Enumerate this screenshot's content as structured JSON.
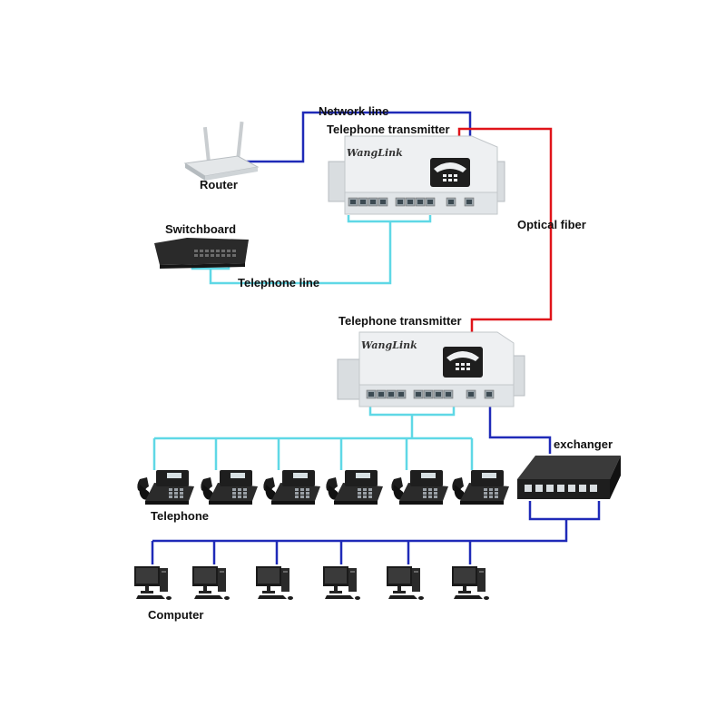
{
  "labels": {
    "network_line": "Network line",
    "transmitter_top": "Telephone transmitter",
    "router": "Router",
    "switchboard": "Switchboard",
    "telephone_line": "Telephone line",
    "optical_fiber": "Optical fiber",
    "transmitter_bottom": "Telephone transmitter",
    "exchanger": "exchanger",
    "telephone": "Telephone",
    "computer": "Computer"
  },
  "brand": {
    "top": "WangLink",
    "bottom": "WangLink"
  },
  "colors": {
    "network_line": "#1f2ab8",
    "telephone_line": "#5fd8e6",
    "optical_fiber": "#e0141a",
    "device_body": "#e9ecee",
    "device_dark": "#2a2a2a"
  },
  "icons": {
    "router": "router-icon",
    "switchboard": "switchboard-icon",
    "transmitter": "telephone-transmitter-device",
    "exchanger": "network-switch-icon",
    "telephone": "desk-phone-icon",
    "computer": "desktop-computer-icon"
  }
}
